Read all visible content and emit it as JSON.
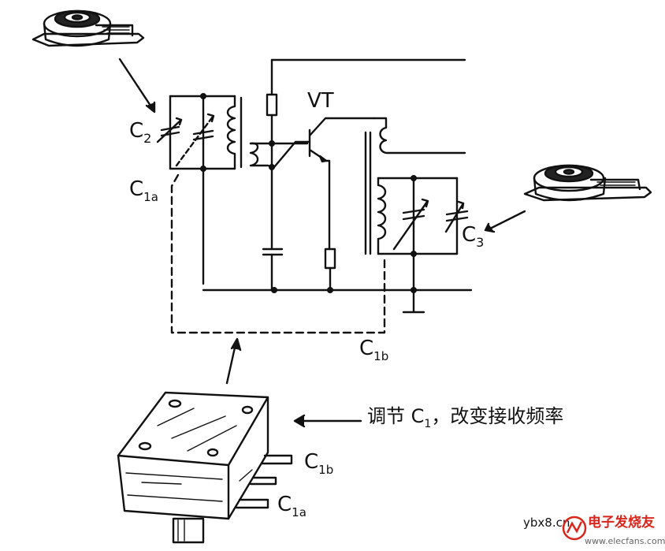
{
  "labels": {
    "vt": "VT",
    "c2": {
      "main": "C",
      "sub": "2"
    },
    "c1a_top": {
      "main": "C",
      "sub": "1a"
    },
    "c3": {
      "main": "C",
      "sub": "3"
    },
    "c1b_mid": {
      "main": "C",
      "sub": "1b"
    },
    "c1b_comp": {
      "main": "C",
      "sub": "1b"
    },
    "c1a_comp": {
      "main": "C",
      "sub": "1a"
    }
  },
  "annotation": {
    "pre": "调节 ",
    "c": "C",
    "sub": "1",
    "post": "，改变接收频率"
  },
  "watermark": {
    "site": "ybx8.cn",
    "brand": "电子发烧友",
    "url": "www.elecfans.com"
  },
  "colors": {
    "ink": "#111111",
    "background": "#ffffff",
    "watermark_red": "#d9261c"
  }
}
